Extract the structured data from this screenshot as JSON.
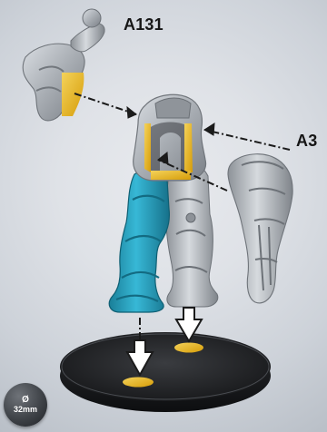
{
  "labels": {
    "part_a131": "A131",
    "part_a3": "A3"
  },
  "base_badge": {
    "symbol": "Ø",
    "size": "32mm"
  },
  "colors": {
    "glue_highlight": "#e8b81a",
    "highlight_leg": "#2aa8c4",
    "metal_grey": "#a8adb3",
    "base_black": "#1e1f22",
    "glue_spot": "#d7a826"
  },
  "icons": {
    "arrow_style": "dashed-dotted arrows",
    "placement_arrow": "hollow-down-arrow"
  }
}
